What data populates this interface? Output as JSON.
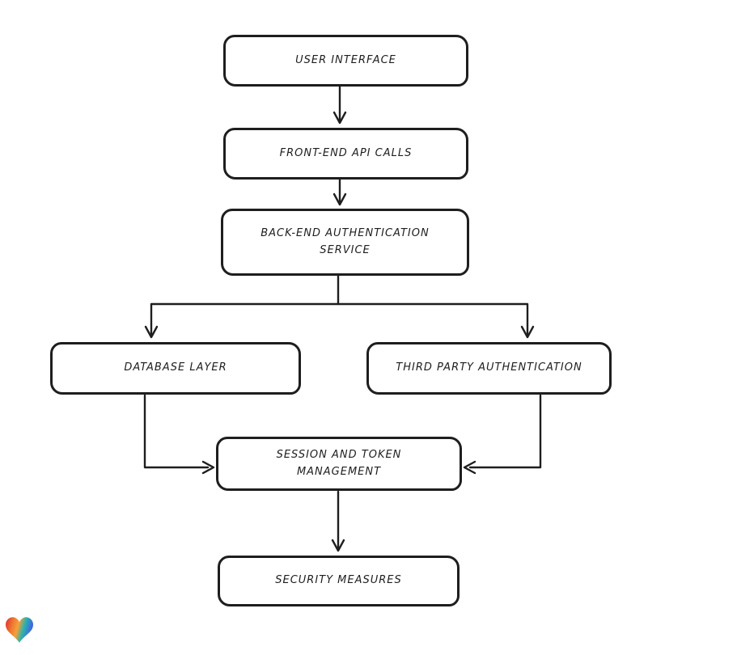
{
  "page": {
    "background": "#ffffff"
  },
  "diagram": {
    "type": "flowchart",
    "style": "hand-drawn",
    "stroke_color": "#1e1e1e",
    "node_fill": "#ffffff",
    "nodes": {
      "user_interface": {
        "label": "USER INTERFACE"
      },
      "frontend_api_calls": {
        "label": "FRONT-END API CALLS"
      },
      "backend_auth_service": {
        "label": "BACK-END AUTHENTICATION SERVICE"
      },
      "database_layer": {
        "label": "DATABASE LAYER"
      },
      "third_party_auth": {
        "label": "THIRD PARTY AUTHENTICATION"
      },
      "session_token_mgmt": {
        "label": "SESSION AND TOKEN MANAGEMENT"
      },
      "security_measures": {
        "label": "SECURITY MEASURES"
      }
    },
    "edges": [
      {
        "from": "user_interface",
        "to": "frontend_api_calls"
      },
      {
        "from": "frontend_api_calls",
        "to": "backend_auth_service"
      },
      {
        "from": "backend_auth_service",
        "to": "database_layer"
      },
      {
        "from": "backend_auth_service",
        "to": "third_party_auth"
      },
      {
        "from": "database_layer",
        "to": "session_token_mgmt"
      },
      {
        "from": "third_party_auth",
        "to": "session_token_mgmt"
      },
      {
        "from": "session_token_mgmt",
        "to": "security_measures"
      }
    ]
  },
  "branding": {
    "logo": "heart-logo",
    "logo_colors": [
      "#e02b31",
      "#ee7a31",
      "#f6a03a",
      "#2cb3ab",
      "#3f63e8"
    ]
  }
}
